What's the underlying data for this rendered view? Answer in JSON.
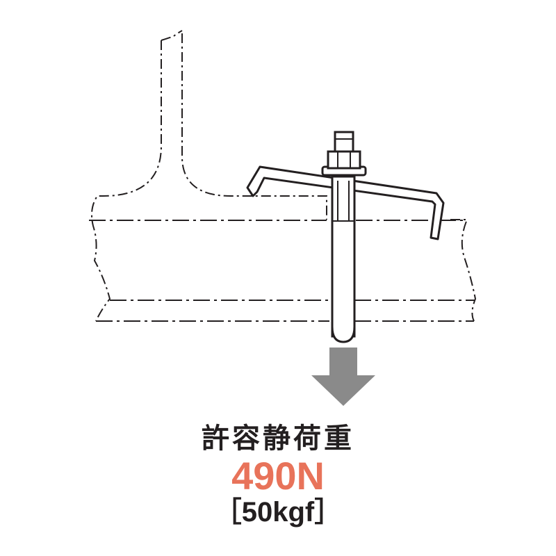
{
  "colors": {
    "line": "#231f20",
    "arrow": "#8a8a8a",
    "value": "#e8735a"
  },
  "load": {
    "title": "許容静荷重",
    "value": "490N",
    "alt_value": "［50kgf］"
  }
}
